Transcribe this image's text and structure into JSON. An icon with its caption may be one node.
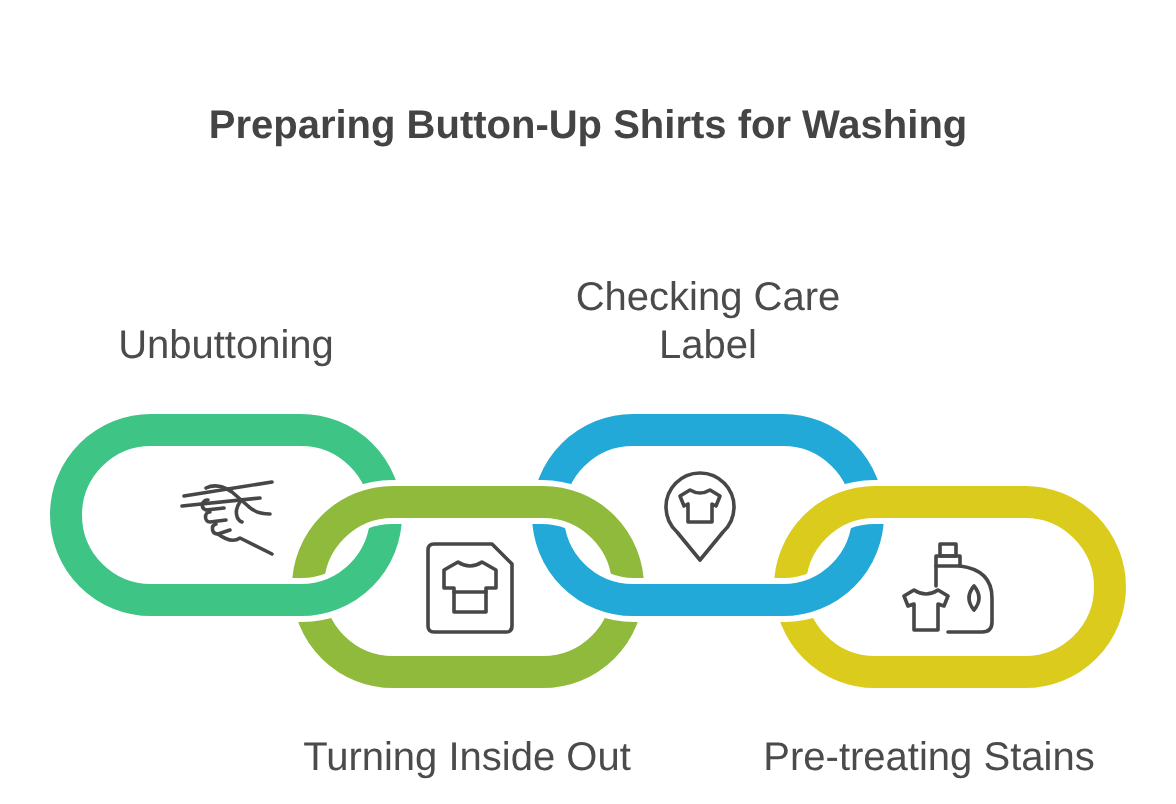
{
  "diagram": {
    "title": "Preparing Button-Up Shirts for Washing",
    "nodes": [
      {
        "text": [
          "Unbuttoning"
        ]
      },
      {
        "text": [
          "Turning Inside Out"
        ]
      },
      {
        "text": [
          "Checking Care Label"
        ]
      },
      {
        "text": [
          "Pre-treating Stains"
        ]
      }
    ]
  }
}
